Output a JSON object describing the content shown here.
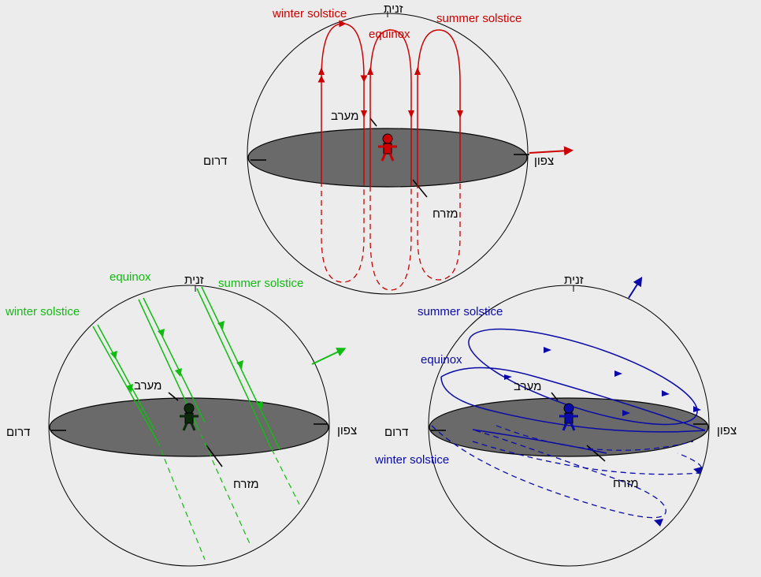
{
  "labels": {
    "zenith": "זנית",
    "west": "מערב",
    "south": "דרום",
    "north": "צפון",
    "east": "מזרח",
    "winter": "winter solstice",
    "equinox": "equinox",
    "summer": "summer solstice"
  },
  "colors": {
    "background": "#ececec",
    "red": "#cc0000",
    "green": "#11bb11",
    "blue": "#0a0aa8",
    "horizon_disc": "#6a6a6a"
  }
}
